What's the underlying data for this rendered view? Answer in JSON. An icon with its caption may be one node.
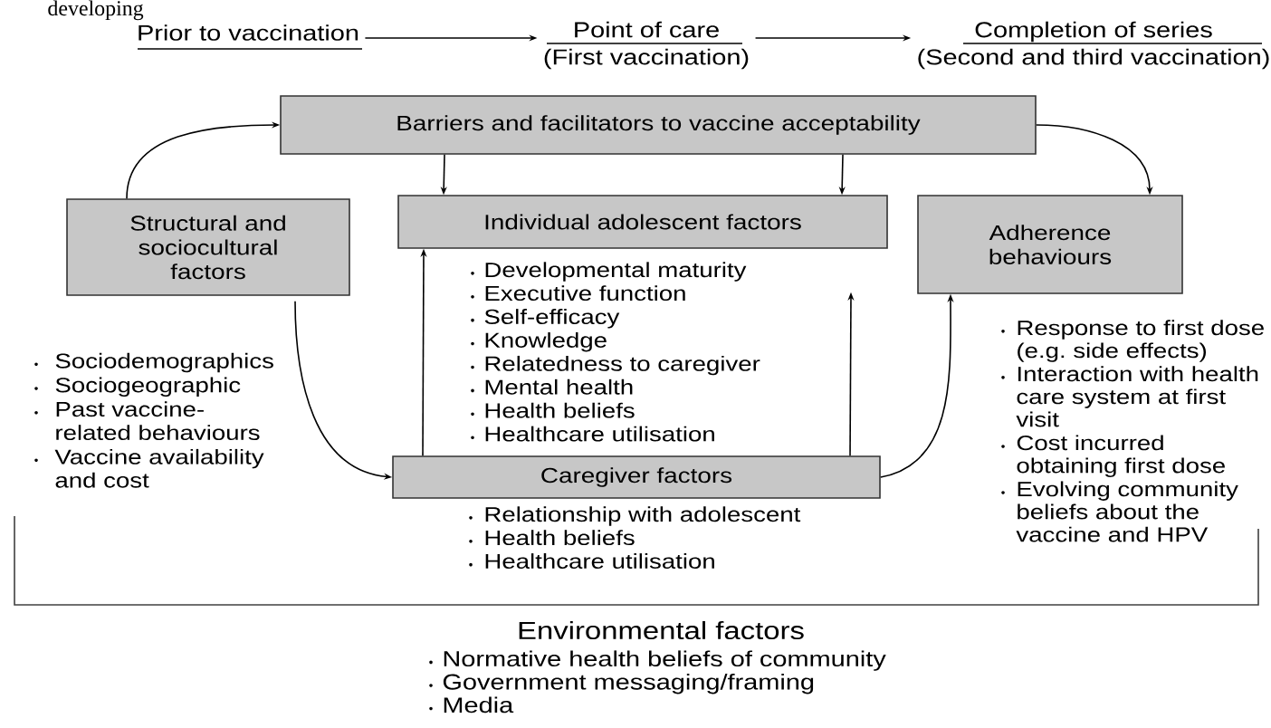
{
  "diagram": {
    "nodes": [
      {
        "text": [
          "Prior to vaccination"
        ]
      },
      {
        "text": [
          "Point of care",
          "(First vaccination)"
        ]
      },
      {
        "text": [
          "Completion of series",
          "(Second and third vaccination)"
        ]
      },
      {
        "text": [
          "Barriers and facilitators to vaccine acceptability"
        ]
      },
      {
        "text": [
          "Structural and sociocultural factors"
        ],
        "beside": [
          "Sociodemographics",
          "Sociogeographic",
          "Past vaccine-related behaviours",
          "Vaccine availability and cost"
        ]
      },
      {
        "text": [
          "Individual adolescent factors"
        ],
        "beside": [
          "Developmental maturity",
          "Executive function",
          "Self-efficacy",
          "Knowledge",
          "Relatedness to caregiver",
          "Mental health",
          "Health beliefs",
          "Healthcare utilisation"
        ]
      },
      {
        "text": [
          "Adherence behaviours"
        ],
        "beside": [
          "Response to first dose (e.g. side effects)",
          "Interaction with health care system at first visit",
          "Cost incurred obtaining first dose",
          "Evolving community beliefs about the vaccine and HPV"
        ]
      },
      {
        "text": [
          "Caregiver factors"
        ],
        "beside": [
          "Relationship with adolescent",
          "Health beliefs",
          "Healthcare utilisation"
        ]
      },
      {
        "text": [
          "Environmental factors"
        ],
        "beside": [
          "Normative health beliefs of community",
          "Government messaging/framing",
          "Media"
        ]
      }
    ],
    "edges": [
      {
        "from": 0,
        "to": 1,
        "arrow": "to"
      },
      {
        "from": 1,
        "to": 2,
        "arrow": "to"
      },
      {
        "from": 4,
        "to": 3,
        "arrow": "to"
      },
      {
        "from": 3,
        "to": 5,
        "arrow": "to"
      },
      {
        "from": 3,
        "to": 5,
        "arrow": "to"
      },
      {
        "from": 3,
        "to": 6,
        "arrow": "to"
      },
      {
        "from": 4,
        "to": 7,
        "arrow": "to"
      },
      {
        "from": 7,
        "to": 5,
        "arrow": "to"
      },
      {
        "from": 7,
        "to": 5,
        "arrow": "to"
      },
      {
        "from": 7,
        "to": 6,
        "arrow": "to"
      }
    ],
    "labels": [
      "developing"
    ]
  }
}
